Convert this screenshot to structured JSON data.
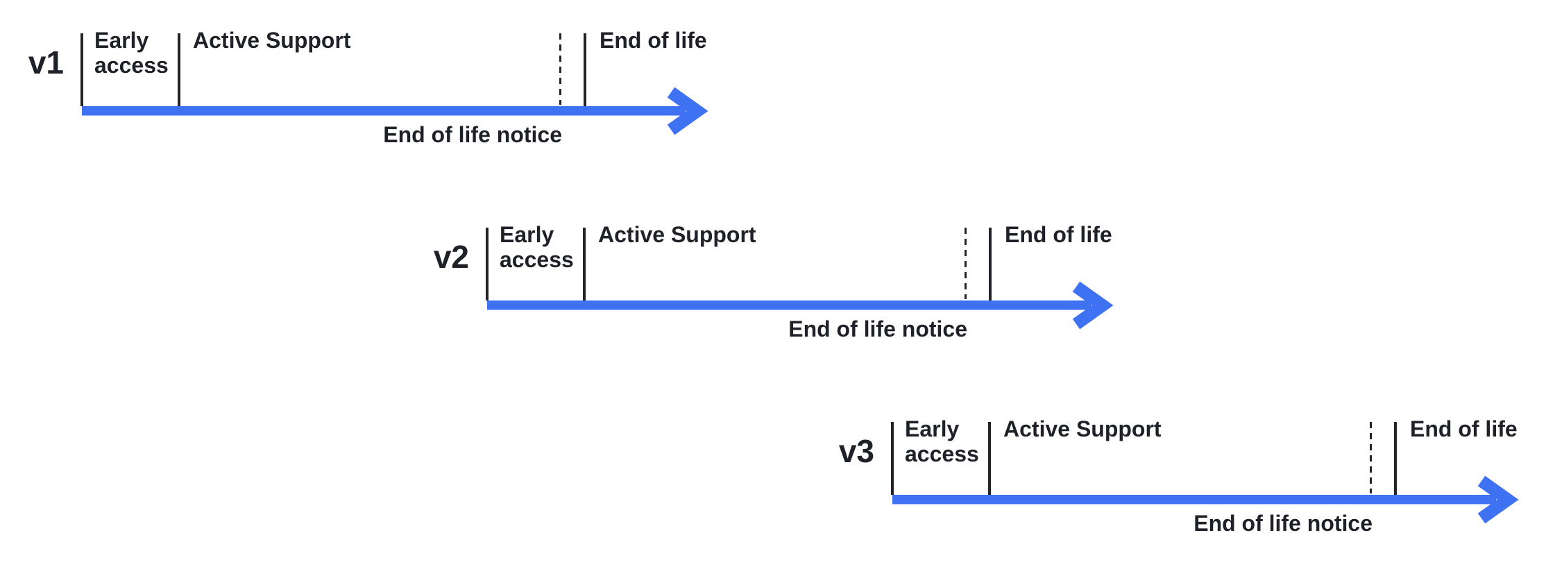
{
  "page": {
    "background_color": "#ffffff",
    "text_color": "#1e2228",
    "accent_color": "#3e72f2",
    "tick_color": "#222428"
  },
  "diagram": {
    "type": "version-lifecycle-timelines",
    "description_semantics": "Three staggered release timelines; each arrow flows left to right through phases, a dashed tick marks the end-of-life notice point and a solid tick marks end of life.",
    "timelines": [
      {
        "version": "v1",
        "early_access_label": "Early access",
        "active_support_label": "Active Support",
        "end_of_life_label": "End of life",
        "end_of_life_notice_label": "End of life notice"
      },
      {
        "version": "v2",
        "early_access_label": "Early access",
        "active_support_label": "Active Support",
        "end_of_life_label": "End of life",
        "end_of_life_notice_label": "End of life notice"
      },
      {
        "version": "v3",
        "early_access_label": "Early access",
        "active_support_label": "Active Support",
        "end_of_life_label": "End of life",
        "end_of_life_notice_label": "End of life notice"
      }
    ]
  }
}
